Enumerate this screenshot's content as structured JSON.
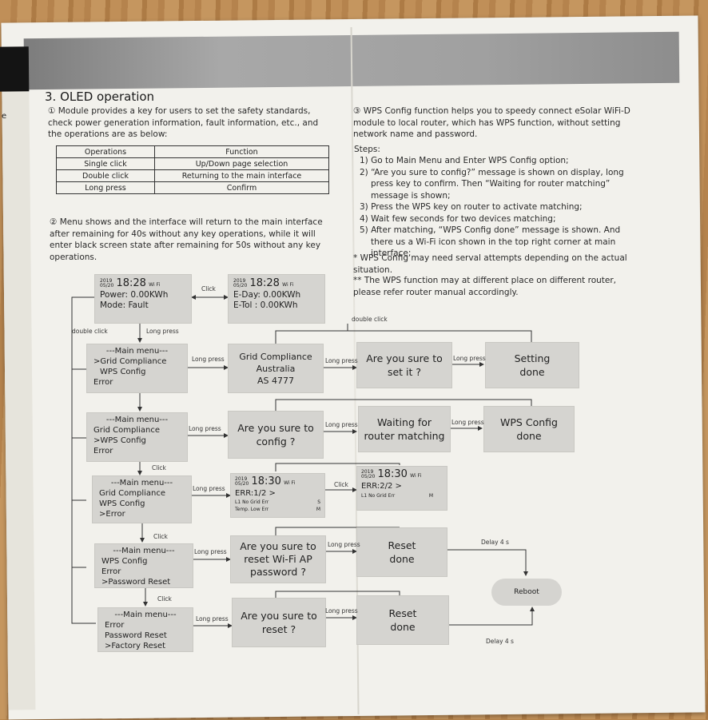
{
  "section": {
    "title": "3. OLED operation",
    "p1": "① Module provides a key for users to set the safety standards, check power generation information, fault information, etc., and the operations are as below:",
    "p2": "② Menu shows and the interface will return to the main interface after remaining for 40s without any key operations, while it will enter black screen state after remaining for 50s without any key operations."
  },
  "ops_table": {
    "headers": [
      "Operations",
      "Function"
    ],
    "rows": [
      [
        "Single click",
        "Up/Down page selection"
      ],
      [
        "Double click",
        "Returning to the main interface"
      ],
      [
        "Long press",
        "Confirm"
      ]
    ]
  },
  "wps": {
    "intro": "③ WPS Config function helps you to speedy connect eSolar WiFi-D module to local router, which has WPS function, without setting network name and password.",
    "steps_title": "Steps:",
    "steps": [
      "1) Go to Main Menu and Enter WPS Config option;",
      "2) “Are you sure to config?” message is shown on display, long press key to confirm. Then “Waiting for router matching” message is shown;",
      "3) Press the WPS key on router to activate matching;",
      "4) Wait few seconds for two devices matching;",
      "5) After matching, “WPS Config done” message is shown. And there us a Wi-Fi icon shown in the top right corner at main interface;"
    ],
    "note1": "* WPS Config may need serval attempts depending on the actual situation.",
    "note2": "** The WPS function may at different place on different router, please refer router manual accordingly."
  },
  "screens": {
    "date": "2019\n05/20",
    "time_a": "18:28",
    "time_b": "18:30",
    "wifi": "Wi Fi",
    "power": "Power: 0.00KWh",
    "mode": "Mode: Fault",
    "eday": "E-Day: 0.00KWh",
    "etol": "E-Tol : 0.00KWh",
    "err1": "ERR:1/2  >",
    "err1_l1": "L1 No Grid Err",
    "err1_l1b": "S",
    "err1_l2": "Temp. Low Err",
    "err1_l2b": "M",
    "err2": "ERR:2/2  >",
    "err2_l1": "L1 No Grid Err",
    "err2_l1b": "M"
  },
  "menus": {
    "m1": [
      "---Main menu---",
      ">Grid Compliance",
      "WPS Config",
      "Error"
    ],
    "m2": [
      "---Main menu---",
      "Grid Compliance",
      ">WPS Config",
      "Error"
    ],
    "m3": [
      "---Main menu---",
      "Grid Compliance",
      "WPS Config",
      ">Error"
    ],
    "m4": [
      "---Main menu---",
      "WPS Config",
      "Error",
      ">Password Reset"
    ],
    "m5": [
      "---Main menu---",
      "Error",
      "Password Reset",
      ">Factory Reset"
    ]
  },
  "boxes": {
    "grid": [
      "Grid Compliance",
      "Australia",
      "AS 4777"
    ],
    "sure_set": [
      "Are you sure to",
      "set it ?"
    ],
    "setting_done": [
      "Setting",
      "done"
    ],
    "sure_config": [
      "Are you sure to",
      "config ?"
    ],
    "waiting": [
      "Waiting for",
      "router matching"
    ],
    "wps_done": [
      "WPS Config",
      "done"
    ],
    "sure_reset_wifi": [
      "Are you sure to",
      "reset Wi-Fi AP",
      "password ?"
    ],
    "reset_done": [
      "Reset",
      "done"
    ],
    "sure_reset": [
      "Are you sure to",
      "reset ?"
    ],
    "reboot": "Reboot"
  },
  "labels": {
    "click": "Click",
    "long_press": "Long press",
    "double_click": "double click",
    "delay": "Delay 4 s",
    "delay2": "Delay 4 s"
  }
}
